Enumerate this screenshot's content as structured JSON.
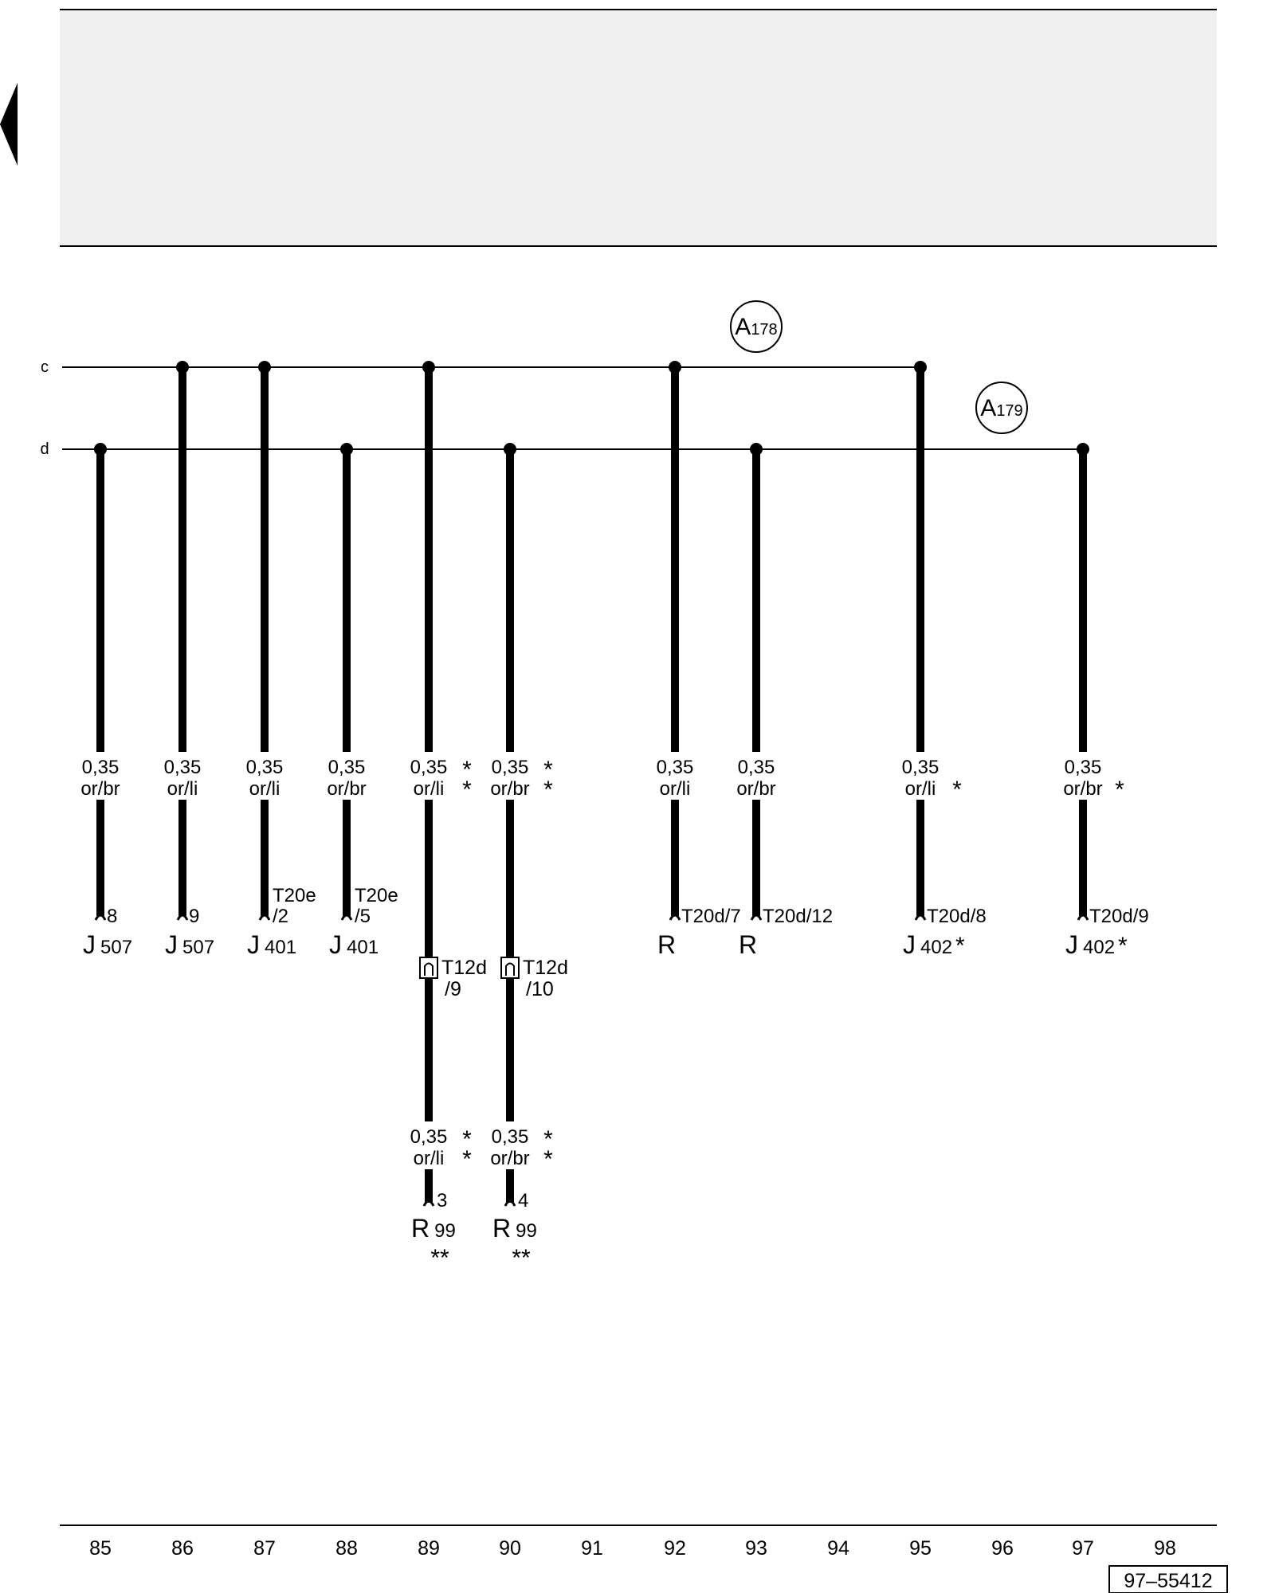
{
  "bus_labels": {
    "c": "c",
    "d": "d"
  },
  "locations": [
    {
      "prefix": "A",
      "num": "178"
    },
    {
      "prefix": "A",
      "num": "179"
    }
  ],
  "wires": [
    {
      "id": "w85",
      "bus": "d",
      "cross": "0,35",
      "color": "or/br",
      "stars": "",
      "pin": "8",
      "pin_type": "above",
      "comp": "J",
      "comp_num": "507",
      "comp_star": ""
    },
    {
      "id": "w86",
      "bus": "c",
      "cross": "0,35",
      "color": "or/li",
      "stars": "",
      "pin": "9",
      "pin_type": "above",
      "comp": "J",
      "comp_num": "507",
      "comp_star": ""
    },
    {
      "id": "w87",
      "bus": "c",
      "cross": "0,35",
      "color": "or/li",
      "stars": "",
      "pin": [
        "T20e",
        "/2"
      ],
      "pin_type": "two",
      "comp": "J",
      "comp_num": "401",
      "comp_star": ""
    },
    {
      "id": "w88",
      "bus": "d",
      "cross": "0,35",
      "color": "or/br",
      "stars": "",
      "pin": [
        "T20e",
        "/5"
      ],
      "pin_type": "two",
      "comp": "J",
      "comp_num": "401",
      "comp_star": ""
    },
    {
      "id": "w89",
      "bus": "c",
      "cross": "0,35",
      "color": "or/li",
      "stars": "**",
      "connector": [
        "T12d",
        "/9"
      ],
      "lower": {
        "cross": "0,35",
        "color": "or/li",
        "stars": "**",
        "pin": "3",
        "comp": "R",
        "comp_num": "99",
        "comp_star": "**"
      }
    },
    {
      "id": "w90",
      "bus": "d",
      "cross": "0,35",
      "color": "or/br",
      "stars": "**",
      "connector": [
        "T12d",
        "/10"
      ],
      "lower": {
        "cross": "0,35",
        "color": "or/br",
        "stars": "**",
        "pin": "4",
        "comp": "R",
        "comp_num": "99",
        "comp_star": "**"
      }
    },
    {
      "id": "w92",
      "bus": "c",
      "cross": "0,35",
      "color": "or/li",
      "stars": "",
      "pin": "T20d/7",
      "pin_type": "above",
      "comp": "R",
      "comp_num": "",
      "comp_star": ""
    },
    {
      "id": "w93",
      "bus": "d",
      "cross": "0,35",
      "color": "or/br",
      "stars": "",
      "pin": "T20d/12",
      "pin_type": "above",
      "comp": "R",
      "comp_num": "",
      "comp_star": ""
    },
    {
      "id": "w95",
      "bus": "c",
      "cross": "0,35",
      "color": "or/li",
      "stars": "*",
      "pin": "T20d/8",
      "pin_type": "above",
      "comp": "J",
      "comp_num": "402",
      "comp_star": "*"
    },
    {
      "id": "w97",
      "bus": "d",
      "cross": "0,35",
      "color": "or/br",
      "stars": "*",
      "pin": "T20d/9",
      "pin_type": "above",
      "comp": "J",
      "comp_num": "402",
      "comp_star": "*"
    }
  ],
  "tracks": [
    "85",
    "86",
    "87",
    "88",
    "89",
    "90",
    "91",
    "92",
    "93",
    "94",
    "95",
    "96",
    "97",
    "98"
  ],
  "doc_number": "97–55412"
}
